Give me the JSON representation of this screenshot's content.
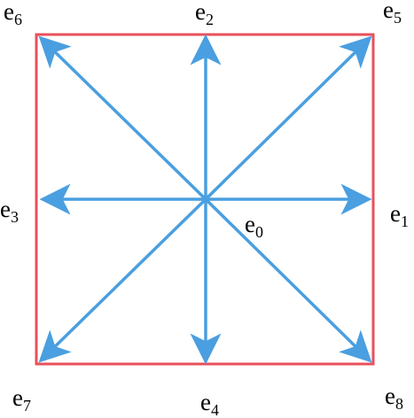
{
  "diagram": {
    "colors": {
      "square": "#e8505b",
      "arrow": "#4a9fe0",
      "text": "#000000"
    },
    "labels": {
      "e0": {
        "base": "e",
        "sub": "0"
      },
      "e1": {
        "base": "e",
        "sub": "1"
      },
      "e2": {
        "base": "e",
        "sub": "2"
      },
      "e3": {
        "base": "e",
        "sub": "3"
      },
      "e4": {
        "base": "e",
        "sub": "4"
      },
      "e5": {
        "base": "e",
        "sub": "5"
      },
      "e6": {
        "base": "e",
        "sub": "6"
      },
      "e7": {
        "base": "e",
        "sub": "7"
      },
      "e8": {
        "base": "e",
        "sub": "8"
      }
    }
  }
}
